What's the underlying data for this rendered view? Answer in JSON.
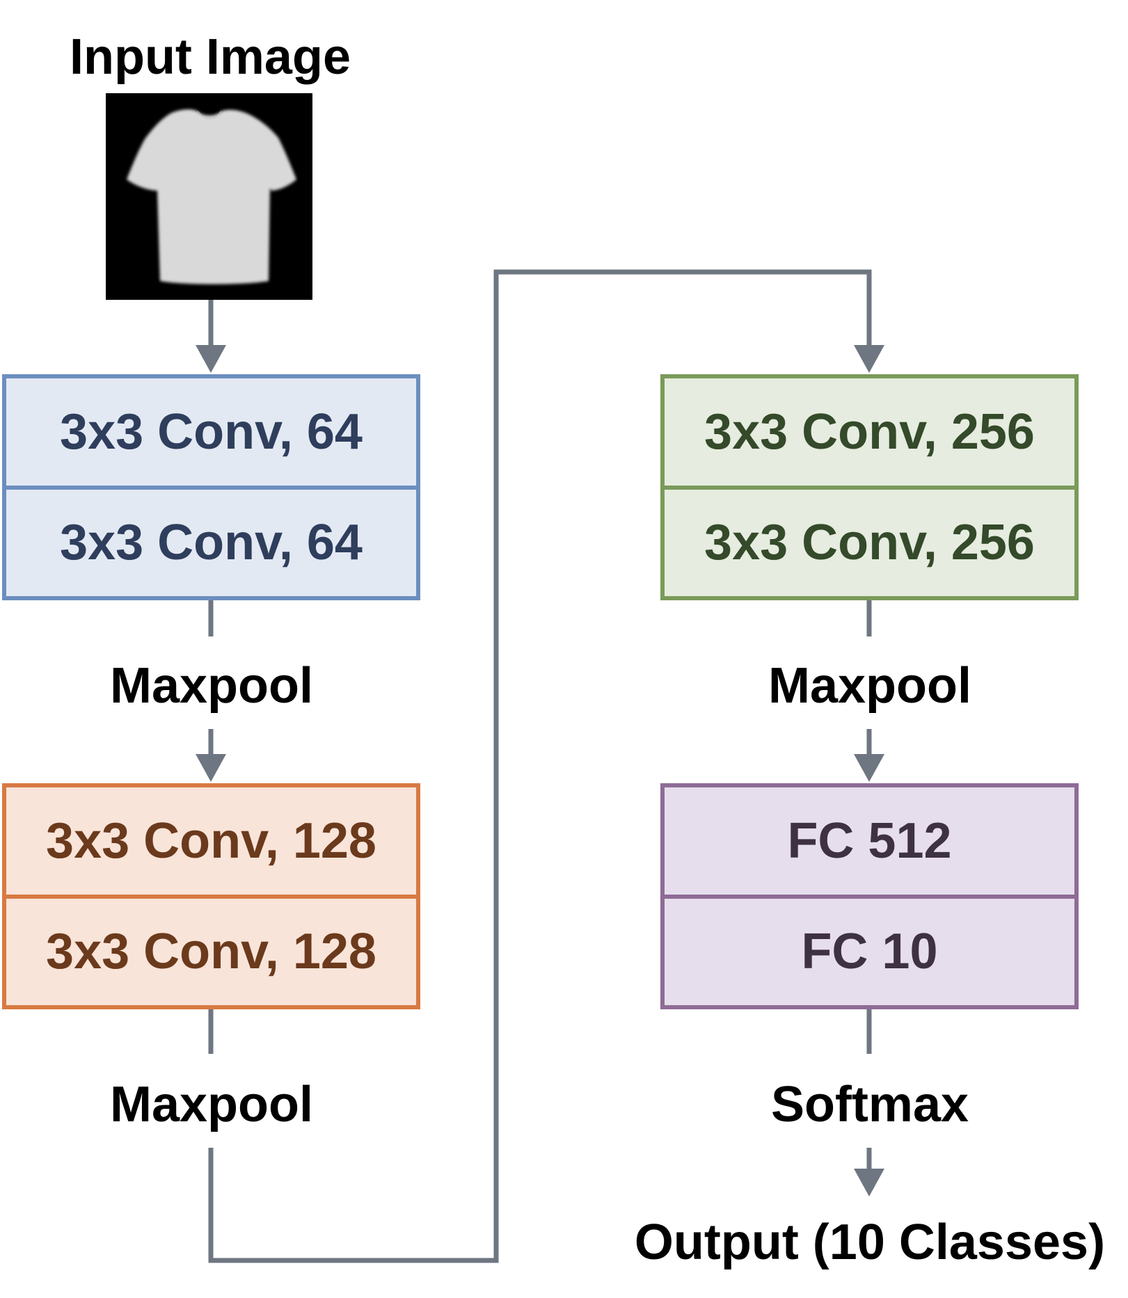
{
  "input": {
    "title": "Input Image",
    "image_icon": "tshirt-icon"
  },
  "blocks": {
    "block1": {
      "layers": [
        "3x3 Conv, 64",
        "3x3 Conv, 64"
      ],
      "border_color": "#6c8ebf",
      "fill_color": "#e3e9f3",
      "text_color": "#2e3e5c"
    },
    "block2": {
      "layers": [
        "3x3 Conv, 128",
        "3x3 Conv, 128"
      ],
      "border_color": "#d87a42",
      "fill_color": "#f9e4d9",
      "text_color": "#6b3a1c"
    },
    "block3": {
      "layers": [
        "3x3 Conv, 256",
        "3x3 Conv, 256"
      ],
      "border_color": "#7a9a5a",
      "fill_color": "#e6ecdf",
      "text_color": "#344a2a"
    },
    "block4": {
      "layers": [
        "FC 512",
        "FC 10"
      ],
      "border_color": "#8e6c96",
      "fill_color": "#e6deec",
      "text_color": "#3e3142"
    }
  },
  "labels": {
    "maxpool1": "Maxpool",
    "maxpool2": "Maxpool",
    "maxpool3": "Maxpool",
    "softmax": "Softmax",
    "output": "Output (10 Classes)"
  },
  "connector_color": "#6e7681"
}
